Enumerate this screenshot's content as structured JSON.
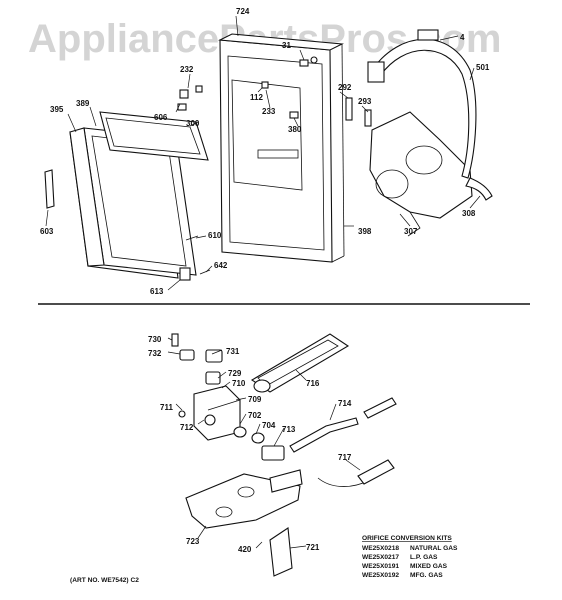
{
  "watermark": "AppliancePartsPros.com",
  "callouts": [
    {
      "id": "724",
      "text": "724"
    },
    {
      "id": "31",
      "text": "31"
    },
    {
      "id": "4",
      "text": "4"
    },
    {
      "id": "501",
      "text": "501"
    },
    {
      "id": "232",
      "text": "232"
    },
    {
      "id": "112",
      "text": "112"
    },
    {
      "id": "292",
      "text": "292"
    },
    {
      "id": "293",
      "text": "293"
    },
    {
      "id": "395",
      "text": "395"
    },
    {
      "id": "389",
      "text": "389"
    },
    {
      "id": "606",
      "text": "606"
    },
    {
      "id": "300",
      "text": "300"
    },
    {
      "id": "233",
      "text": "233"
    },
    {
      "id": "380",
      "text": "380"
    },
    {
      "id": "308",
      "text": "308"
    },
    {
      "id": "307",
      "text": "307"
    },
    {
      "id": "398",
      "text": "398"
    },
    {
      "id": "603",
      "text": "603"
    },
    {
      "id": "610",
      "text": "610"
    },
    {
      "id": "642",
      "text": "642"
    },
    {
      "id": "613",
      "text": "613"
    },
    {
      "id": "730",
      "text": "730"
    },
    {
      "id": "732",
      "text": "732"
    },
    {
      "id": "731",
      "text": "731"
    },
    {
      "id": "729",
      "text": "729"
    },
    {
      "id": "710",
      "text": "710"
    },
    {
      "id": "716",
      "text": "716"
    },
    {
      "id": "709",
      "text": "709"
    },
    {
      "id": "711",
      "text": "711"
    },
    {
      "id": "714",
      "text": "714"
    },
    {
      "id": "702",
      "text": "702"
    },
    {
      "id": "712",
      "text": "712"
    },
    {
      "id": "704",
      "text": "704"
    },
    {
      "id": "713",
      "text": "713"
    },
    {
      "id": "717",
      "text": "717"
    },
    {
      "id": "723",
      "text": "723"
    },
    {
      "id": "420",
      "text": "420"
    },
    {
      "id": "721",
      "text": "721"
    }
  ],
  "orifice_kits": {
    "title": "ORIFICE CONVERSION KITS",
    "rows": [
      {
        "part": "WE25X0218",
        "desc": "NATURAL GAS"
      },
      {
        "part": "WE25X0217",
        "desc": "L.P. GAS"
      },
      {
        "part": "WE25X0191",
        "desc": "MIXED GAS"
      },
      {
        "part": "WE25X0192",
        "desc": "MFG. GAS"
      }
    ]
  },
  "art_no": "(ART NO. WE7542)  C2"
}
